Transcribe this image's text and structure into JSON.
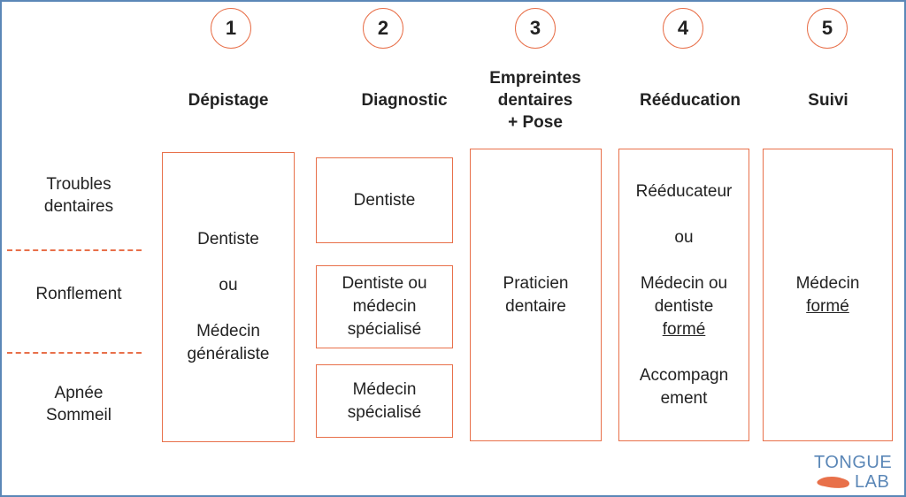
{
  "steps": [
    {
      "number": "1",
      "title": "Dépistage"
    },
    {
      "number": "2",
      "title": "Diagnostic"
    },
    {
      "number": "3",
      "title_lines": [
        "Empreintes",
        "dentaires",
        "+ Pose"
      ]
    },
    {
      "number": "4",
      "title": "Rééducation"
    },
    {
      "number": "5",
      "title": "Suivi"
    }
  ],
  "rows": {
    "troubles_lines": [
      "Troubles",
      "dentaires"
    ],
    "ronflement": "Ronflement",
    "apnee_lines": [
      "Apnée",
      "Sommeil"
    ]
  },
  "boxes": {
    "depistage": {
      "line1": "Dentiste",
      "line2": "ou",
      "line3": "Médecin",
      "line4": "généraliste"
    },
    "diag_troubles": "Dentiste",
    "diag_ronflement_lines": [
      "Dentiste ou",
      "médecin",
      "spécialisé"
    ],
    "diag_apnee_lines": [
      "Médecin",
      "spécialisé"
    ],
    "empreintes_lines": [
      "Praticien",
      "dentaire"
    ],
    "reeducation": {
      "line1": "Rééducateur",
      "line2": "ou",
      "line3": "Médecin ou",
      "line4": "dentiste",
      "line5": "formé",
      "line6": "Accompagn",
      "line7": "ement"
    },
    "suivi": {
      "line1": "Médecin",
      "line2": "formé"
    }
  },
  "logo": {
    "top": "TONGUE",
    "bottom": "LAB"
  },
  "colors": {
    "accent": "#e8704a",
    "frame": "#5b87b7",
    "text": "#222222"
  }
}
